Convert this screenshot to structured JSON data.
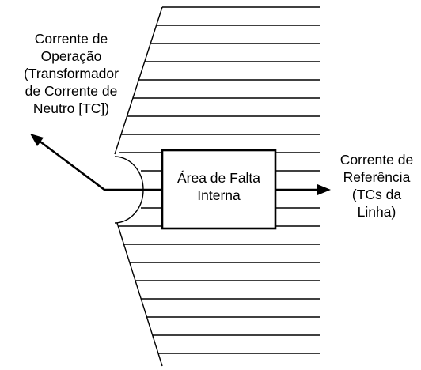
{
  "operating_current_label": [
    "Corrente de",
    "Operação",
    "(Transformador",
    "de Corrente de",
    "Neutro [TC])"
  ],
  "internal_fault_area_label": [
    "Área de Falta",
    "Interna"
  ],
  "reference_current_label": [
    "Corrente de",
    "Referência",
    "(TCs da",
    "Linha)"
  ],
  "colors": {
    "stroke": "#000000",
    "background": "#ffffff"
  }
}
